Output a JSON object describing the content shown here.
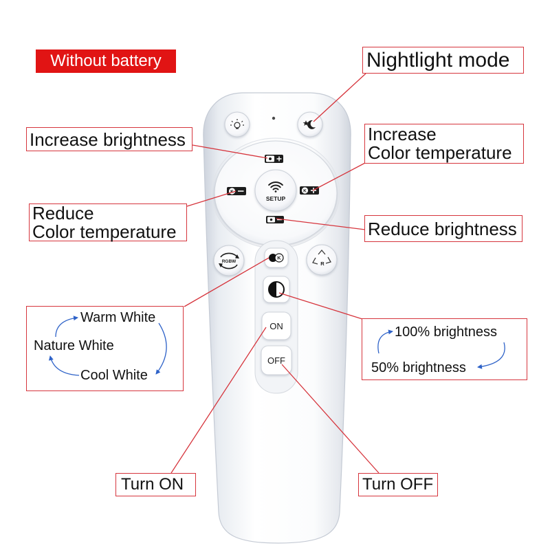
{
  "badge": {
    "label": "Without battery"
  },
  "callouts": {
    "nightlight": "Nightlight mode",
    "increase_brightness": "Increase brightness",
    "increase_color_temp": {
      "line1": "Increase",
      "line2": "Color temperature"
    },
    "reduce_color_temp": {
      "line1": "Reduce",
      "line2": "Color temperature"
    },
    "reduce_brightness": "Reduce brightness",
    "turn_on": "Turn ON",
    "turn_off": "Turn OFF"
  },
  "color_cycle": {
    "warm": "Warm White",
    "nature": "Nature White",
    "cool": "Cool White"
  },
  "brightness_cycle": {
    "full": "100% brightness",
    "half": "50% brightness"
  },
  "remote": {
    "setup_label": "SETUP",
    "on_label": "ON",
    "off_label": "OFF",
    "rgbw_label": "RGBW",
    "k_label": "K",
    "recycle_label": "R",
    "icons": [
      "bulb-sun-icon",
      "moon-star-icon",
      "brightness-up-icon",
      "brightness-down-icon",
      "color-temp-down-icon",
      "color-temp-up-icon",
      "wifi-icon",
      "rgbw-cycle-icon",
      "recycle-icon",
      "color-temp-k-icon",
      "half-circle-icon"
    ]
  },
  "colors": {
    "annotation_red": "#d6343c",
    "badge_red": "#e11414",
    "arrow_blue": "#2e62c8",
    "text": "#111111"
  }
}
